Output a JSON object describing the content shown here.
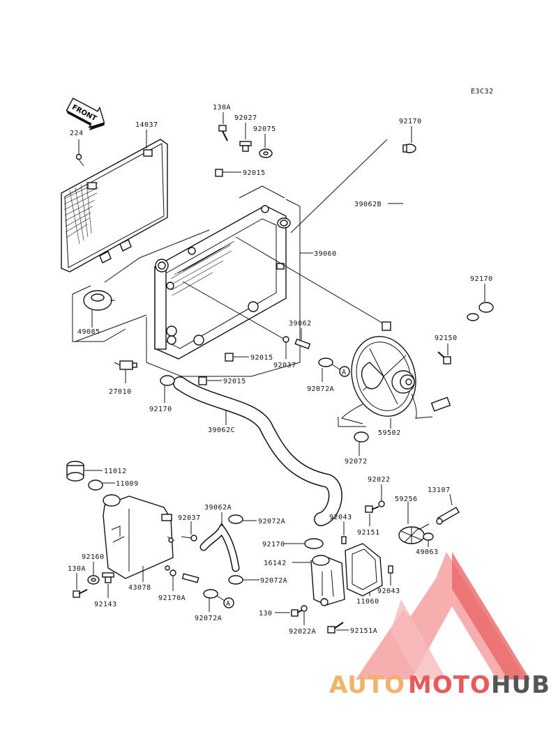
{
  "diagram": {
    "code": "E3C32",
    "front_label": "FRONT",
    "circle_ref": "A",
    "parts": {
      "p224": "224",
      "p14037": "14037",
      "p130A_top": "130A",
      "p92027": "92027",
      "p92075": "92075",
      "p92015_a": "92015",
      "p92170_a": "92170",
      "p39062B": "39062B",
      "p39060": "39060",
      "p92170_b": "92170",
      "p49085": "49085",
      "p39062": "39062",
      "p92150": "92150",
      "p92015_b": "92015",
      "p92037_a": "92037",
      "p27010": "27010",
      "p92015_c": "92015",
      "p92072A_a": "92072A",
      "p92170_c": "92170",
      "p39062C": "39062C",
      "p59502": "59502",
      "p92072": "92072",
      "p11012": "11012",
      "p11009": "11009",
      "p92022": "92022",
      "p59256": "59256",
      "p13107": "13107",
      "p39062A": "39062A",
      "p92037_b": "92037",
      "p92072A_b": "92072A",
      "p92043_a": "92043",
      "p92151": "92151",
      "p49063": "49063",
      "p92170_d": "92170",
      "p16142": "16142",
      "p92160": "92160",
      "p130A_bot": "130A",
      "p43078": "43078",
      "p92072A_c": "92072A",
      "p92043_b": "92043",
      "p11060": "11060",
      "p92143": "92143",
      "p92170A": "92170A",
      "p92072A_d": "92072A",
      "p130": "130",
      "p92022A": "92022A",
      "p92151A": "92151A"
    }
  },
  "watermark": {
    "brand_part1": "AUTO",
    "brand_part2": "MOTO",
    "brand_part3": "HUB",
    "color_light": "#f5a6a6",
    "color_mid": "#e85a5a",
    "color_dark": "#555555",
    "color_orange": "#f3b26a"
  }
}
